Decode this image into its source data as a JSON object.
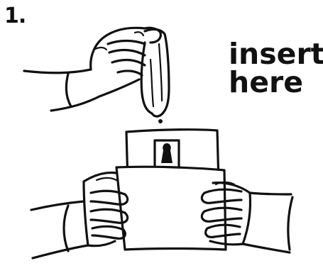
{
  "step": {
    "number": "1."
  },
  "caption": {
    "line1": "insert",
    "line2": "here"
  },
  "colors": {
    "ink": "#111111",
    "paper": "#ffffff"
  }
}
